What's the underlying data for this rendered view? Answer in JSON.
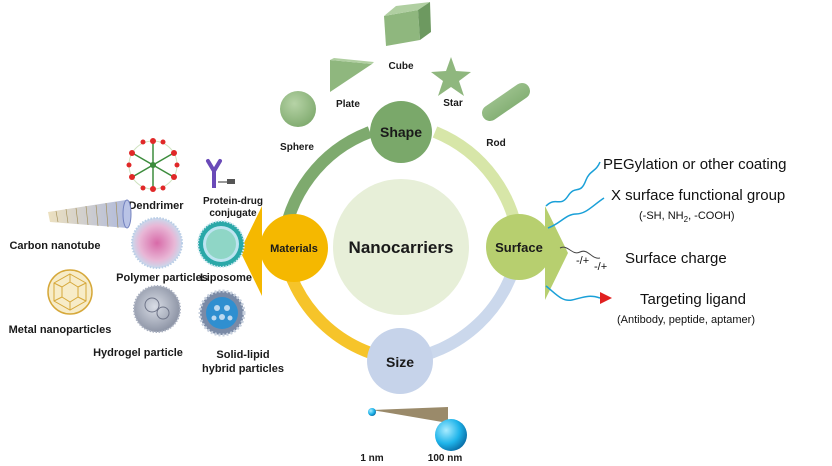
{
  "center": {
    "title": "Nanocarriers"
  },
  "nodes": {
    "shape": "Shape",
    "surface": "Surface",
    "size": "Size",
    "materials": "Materials"
  },
  "shapes": {
    "cube": "Cube",
    "plate": "Plate",
    "star": "Star",
    "sphere": "Sphere",
    "rod": "Rod"
  },
  "materials": {
    "dendrimer": "Dendrimer",
    "protein_drug_1": "Protein-drug",
    "protein_drug_2": "conjugate",
    "carbon_nanotube": "Carbon nanotube",
    "polymer_particles": "Polymer particles",
    "liposome": "Liposome",
    "metal_nanoparticles": "Metal nanoparticles",
    "hydrogel_particle": "Hydrogel particle",
    "solid_lipid_1": "Solid-lipid",
    "solid_lipid_2": "hybrid particles"
  },
  "surface": {
    "peg": "PEGylation or other coating",
    "functional": "X surface functional group",
    "functional_sub_a": "(-SH, NH",
    "functional_sub_sub": "2",
    "functional_sub_b": ", -COOH)",
    "charge": "Surface charge",
    "charge_sign_a": "-/+",
    "charge_sign_b": "-/+",
    "targeting": "Targeting ligand",
    "targeting_sub": "(Antibody, peptide, aptamer)"
  },
  "size": {
    "small": "1 nm",
    "large": "100 nm"
  },
  "colors": {
    "shape_node": "#7aa86a",
    "surface_node": "#b7cf6f",
    "size_node": "#c6d3ea",
    "materials_node": "#f5b800",
    "center_fill": "#e7efd8",
    "shape_object": "#8fb77e",
    "wave": "#1aa0d8",
    "ligand": "#e02020"
  }
}
